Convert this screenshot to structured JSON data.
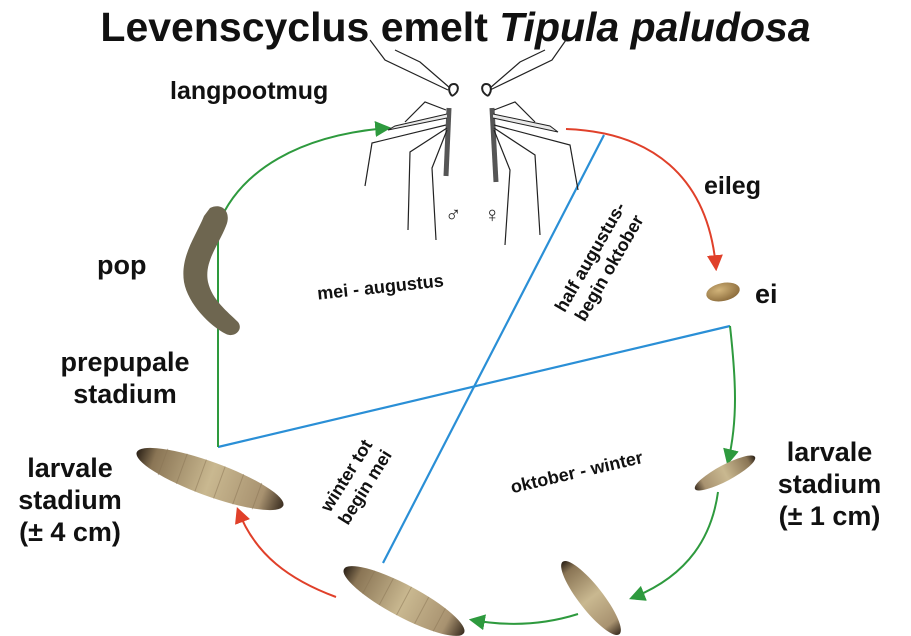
{
  "title": {
    "prefix": "Levenscyclus emelt ",
    "species": "Tipula paludosa"
  },
  "stages": {
    "adult": "langpootmug",
    "egg_laying": "eileg",
    "egg": "ei",
    "larva_small_line1": "larvale",
    "larva_small_line2": "stadium",
    "larva_small_size": "(± 1 cm)",
    "larva_big_line1": "larvale",
    "larva_big_line2": "stadium",
    "larva_big_size": "(± 4 cm)",
    "prepupa_line1": "prepupale",
    "prepupa_line2": "stadium",
    "pupa": "pop"
  },
  "periods": {
    "may_aug": "mei - augustus",
    "aug_oct_line1": "half augustus-",
    "aug_oct_line2": "begin oktober",
    "oct_winter": "oktober - winter",
    "winter_may_line1": "winter tot",
    "winter_may_line2": "begin mei"
  },
  "sex_symbols": {
    "male": "♂",
    "female": "♀"
  },
  "colors": {
    "green_arrow": "#2e9a3e",
    "red_arrow": "#e0402a",
    "blue_line": "#2a8fd6",
    "pupa": "#6e6650",
    "larva_dark": "#3a2d20",
    "larva_light": "#cbbb95",
    "egg": "#a88a55"
  }
}
